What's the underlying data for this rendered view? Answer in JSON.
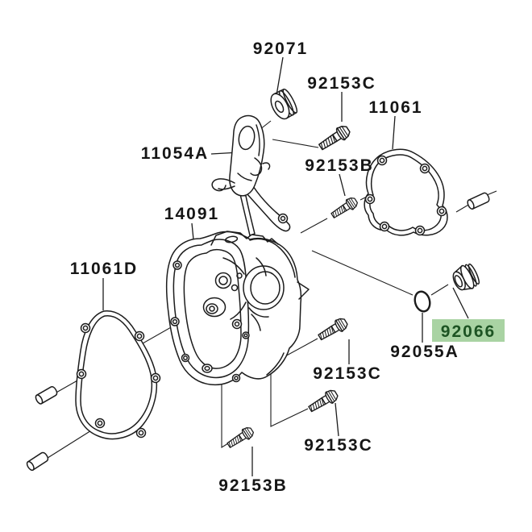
{
  "page": {
    "background": "#ffffff",
    "line_color": "#1c1c1c",
    "description": "Exploded parts diagram of an engine cover assembly"
  },
  "highlight": {
    "bg": "#a9d3a3",
    "text_color": "#1d5423",
    "highlighted_part": "92066"
  },
  "parts": {
    "grommet": {
      "number": "92071",
      "kind": "damper-grommet"
    },
    "bolt_top": {
      "number": "92153C",
      "kind": "flanged-bolt"
    },
    "gasket_right": {
      "number": "11061",
      "kind": "cover-gasket"
    },
    "bracket": {
      "number": "11054A",
      "kind": "bracket"
    },
    "bolt_upper": {
      "number": "92153B",
      "kind": "flanged-bolt"
    },
    "cover": {
      "number": "14091",
      "kind": "engine-cover"
    },
    "gasket_left": {
      "number": "11061D",
      "kind": "cover-gasket"
    },
    "plug": {
      "number": "92066",
      "kind": "plug-cap",
      "highlighted": true
    },
    "oring": {
      "number": "92055A",
      "kind": "o-ring"
    },
    "bolt_mid": {
      "number": "92153C",
      "kind": "flanged-bolt"
    },
    "bolt_lower": {
      "number": "92153C",
      "kind": "flanged-bolt"
    },
    "bolt_bottom": {
      "number": "92153B",
      "kind": "flanged-bolt"
    }
  }
}
